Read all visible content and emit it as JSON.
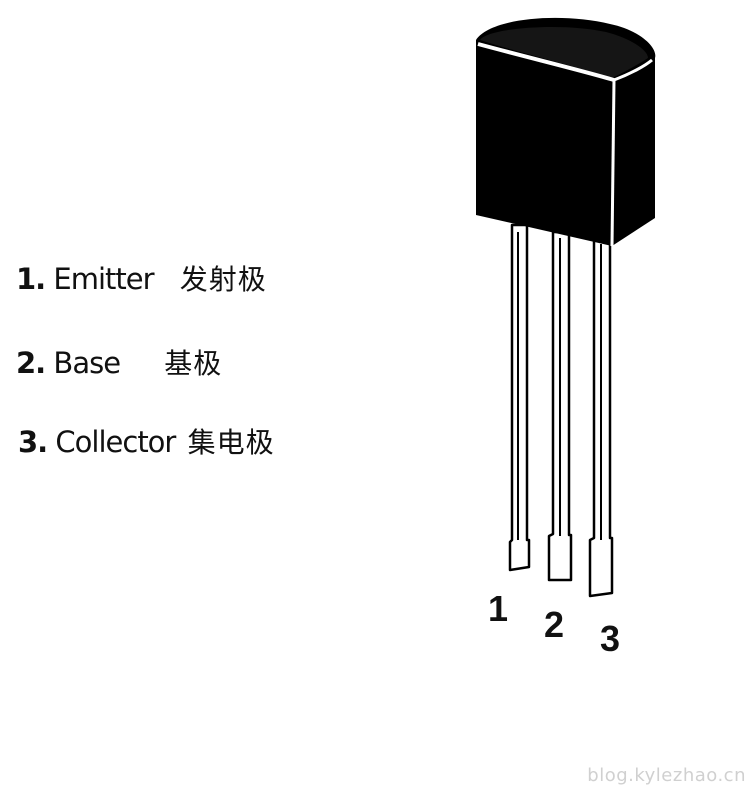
{
  "pins": [
    {
      "number": "1.",
      "name": "Emitter",
      "chinese": "发射极"
    },
    {
      "number": "2.",
      "name": "Base",
      "chinese": "基极"
    },
    {
      "number": "3.",
      "name": "Collector",
      "chinese": "集电极"
    }
  ],
  "pin_labels": [
    "1",
    "2",
    "3"
  ],
  "package_color": "#000000",
  "lead_color": "#ffffff",
  "watermark": "blog.kylezhao.cn"
}
